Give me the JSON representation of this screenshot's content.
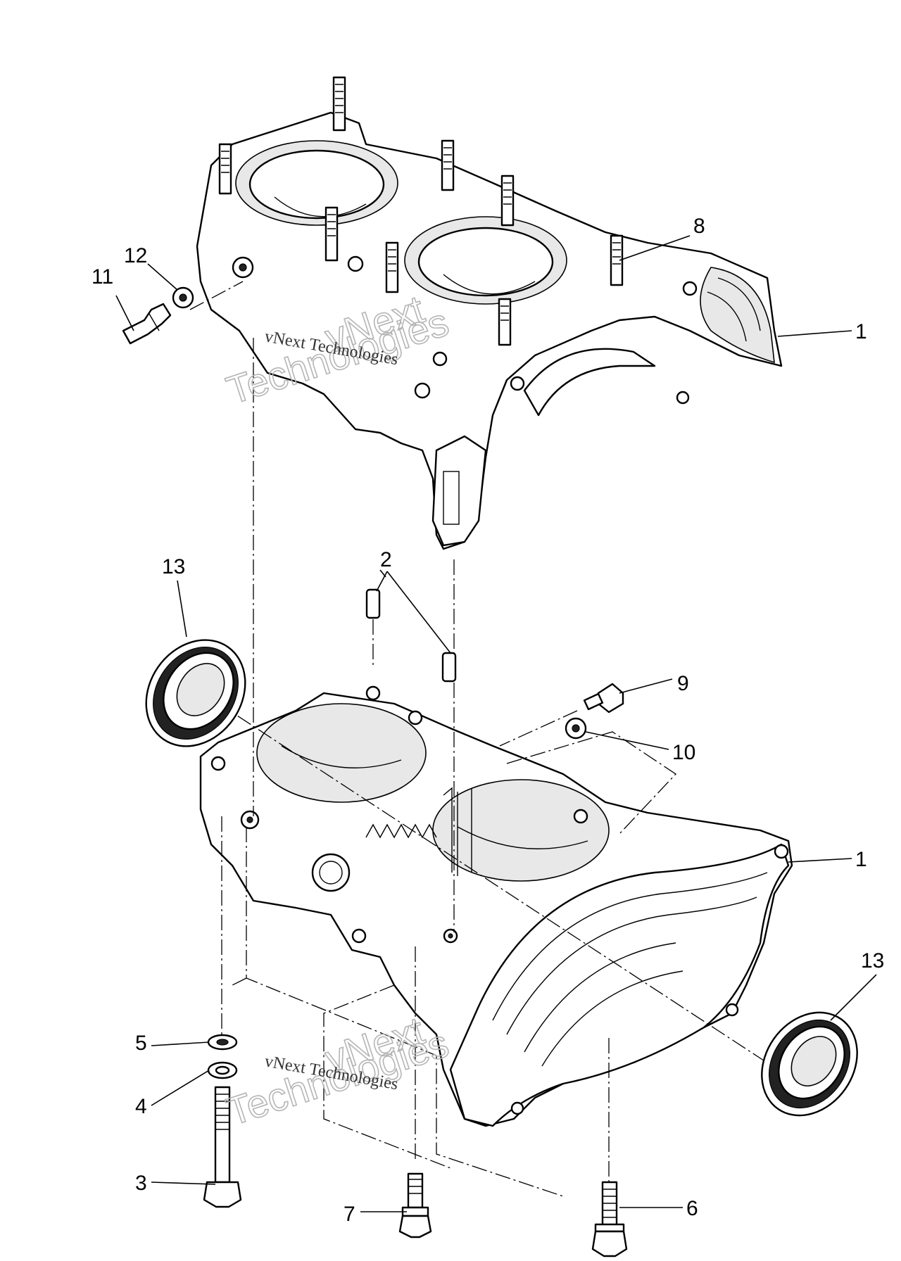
{
  "callouts": [
    {
      "id": "c1a",
      "label": "1"
    },
    {
      "id": "c1b",
      "label": "1"
    },
    {
      "id": "c2",
      "label": "2"
    },
    {
      "id": "c3",
      "label": "3"
    },
    {
      "id": "c4",
      "label": "4"
    },
    {
      "id": "c5",
      "label": "5"
    },
    {
      "id": "c6",
      "label": "6"
    },
    {
      "id": "c7",
      "label": "7"
    },
    {
      "id": "c8",
      "label": "8"
    },
    {
      "id": "c9",
      "label": "9"
    },
    {
      "id": "c10",
      "label": "10"
    },
    {
      "id": "c11",
      "label": "11"
    },
    {
      "id": "c12",
      "label": "12"
    },
    {
      "id": "c13a",
      "label": "13"
    },
    {
      "id": "c13b",
      "label": "13"
    }
  ],
  "watermark": {
    "brand_line1": "vNext",
    "brand_line2": "Technologies",
    "company": "vNext Technologies"
  }
}
